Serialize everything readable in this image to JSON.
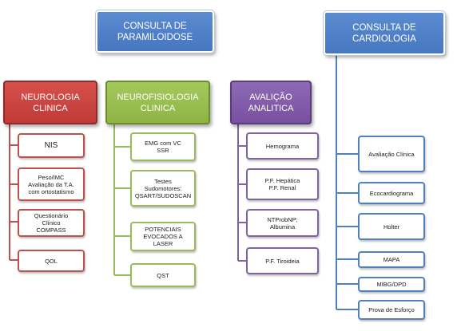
{
  "headers": {
    "paramiloidose": "CONSULTA  DE\nPARAMILOIDOSE",
    "cardiologia": "CONSULTA  DE\nCARDIOLOGIA"
  },
  "neurologia": {
    "title": "NEUROLOGIA\nCLINICA",
    "items": [
      "NIS",
      "Peso/IMC\nAvaliação da T.A.\ncom ortostatismo",
      "Questionário\nClínico\nCOMPASS",
      "QOL"
    ]
  },
  "neurofisiologia": {
    "title": "NEUROFISIOLOGIA\nCLINICA",
    "items": [
      "EMG com VC\nSSR",
      "Testes\nSudomotores:\nQSART/SUDOSCAN",
      "POTENCIAIS\nEVOCADOS A\nLASER",
      "QST"
    ]
  },
  "analitica": {
    "title": "AVALIÇÃO\nANALITICA",
    "items": [
      "Hemograma",
      "P.F. Hepática\nP.F. Renal",
      "NTProbNP;\nAlbumina",
      "P.F. Tiroideia"
    ]
  },
  "cardiologia": {
    "items": [
      "Avaliação Clínica",
      "Ecocardiograma",
      "Holter",
      "MAPA",
      "MIBG/DPD",
      "Prova de Esforço"
    ]
  },
  "colors": {
    "neurologia": "#c0504d",
    "neurofisiologia": "#9bbb59",
    "analitica": "#8064a2",
    "cardiologia": "#4f81bd"
  }
}
